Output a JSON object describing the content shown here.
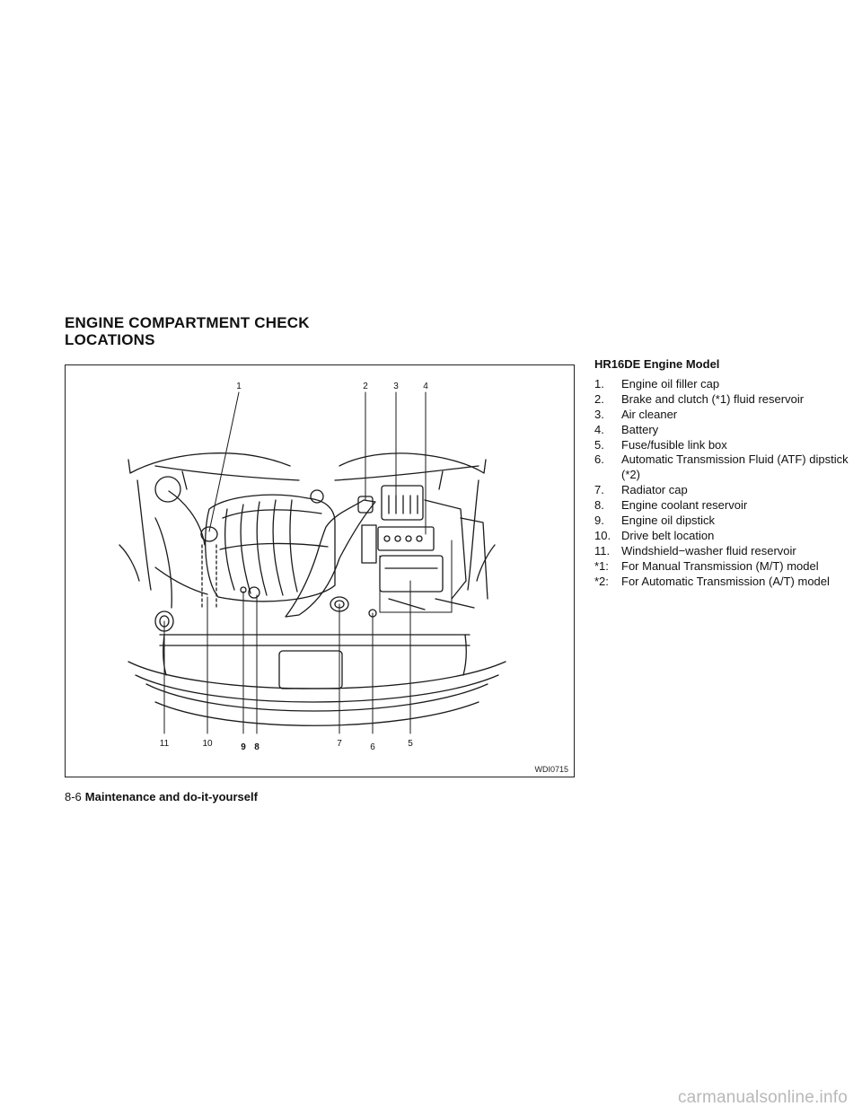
{
  "heading": {
    "line1": "ENGINE COMPARTMENT CHECK",
    "line2": "LOCATIONS"
  },
  "figure": {
    "id": "WDI0715",
    "callouts": [
      "1",
      "2",
      "3",
      "4",
      "11",
      "10",
      "9",
      "8",
      "7",
      "6",
      "5"
    ]
  },
  "legend": {
    "title": "HR16DE Engine Model",
    "items": [
      {
        "num": "1.",
        "text": "Engine oil filler cap"
      },
      {
        "num": "2.",
        "text": "Brake and clutch (*1) fluid reservoir"
      },
      {
        "num": "3.",
        "text": "Air cleaner"
      },
      {
        "num": "4.",
        "text": "Battery"
      },
      {
        "num": "5.",
        "text": "Fuse/fusible link box"
      },
      {
        "num": "6.",
        "text": "Automatic Transmission Fluid (ATF) dipstick (*2)"
      },
      {
        "num": "7.",
        "text": "Radiator cap"
      },
      {
        "num": "8.",
        "text": "Engine coolant reservoir"
      },
      {
        "num": "9.",
        "text": "Engine oil dipstick"
      },
      {
        "num": "10.",
        "text": "Drive belt location"
      },
      {
        "num": "11.",
        "text": "Windshield−washer fluid reservoir"
      },
      {
        "num": "*1:",
        "text": "For Manual Transmission (M/T) model"
      },
      {
        "num": "*2:",
        "text": "For Automatic Transmission (A/T) model"
      }
    ]
  },
  "footer": {
    "page": "8-6",
    "section": "Maintenance and do-it-yourself"
  },
  "watermark": "carmanualsonline.info"
}
